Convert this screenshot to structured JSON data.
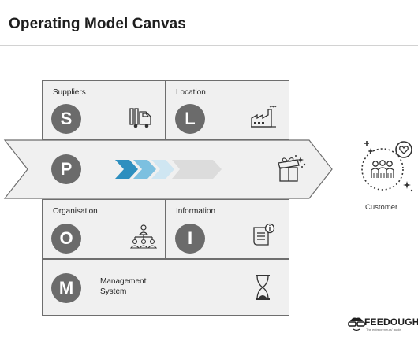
{
  "title": "Operating Model Canvas",
  "blocks": {
    "suppliers": {
      "label": "Suppliers",
      "letter": "S"
    },
    "location": {
      "label": "Location",
      "letter": "L"
    },
    "value_chain": {
      "letter": "P"
    },
    "organisation": {
      "label": "Organisation",
      "letter": "O"
    },
    "information": {
      "label": "Information",
      "letter": "I"
    },
    "management": {
      "label": "Management System",
      "letter": "M"
    }
  },
  "customer": {
    "label": "Customer"
  },
  "brand": {
    "name": "FEEDOUGH",
    "tagline": "The entrepreneurs' guide"
  },
  "colors": {
    "box_fill": "#f0f0f0",
    "box_border": "#6e6e6e",
    "circle": "#6b6b6b",
    "arrow_dark": "#2e8fbf",
    "arrow_mid": "#7cc0e0",
    "arrow_light": "#cfe6f2",
    "arrow_gray": "#dcdcdc"
  },
  "icons": {
    "suppliers": "truck-icon",
    "location": "factory-icon",
    "value_chain": "gift-icon",
    "organisation": "org-chart-icon",
    "information": "document-info-icon",
    "management": "hourglass-icon",
    "customer": "customer-group-icon"
  }
}
